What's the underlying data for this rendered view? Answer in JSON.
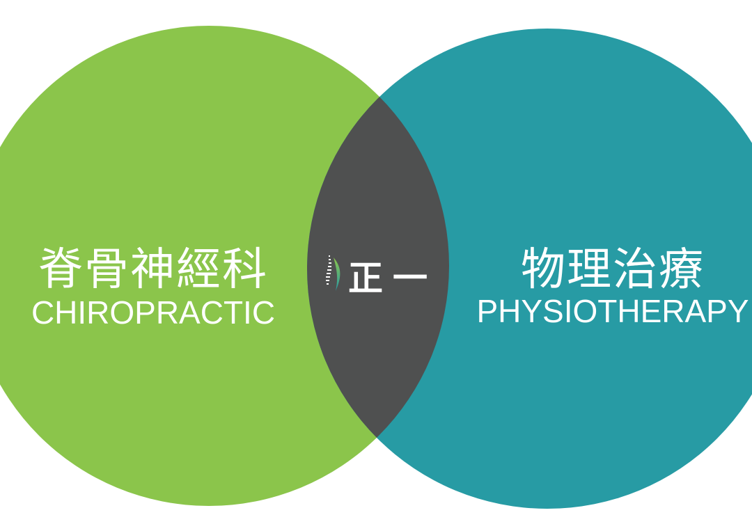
{
  "colors": {
    "left": "#8bc54b",
    "right": "#279ba4",
    "overlap": "#4f5050",
    "text": "#ffffff"
  },
  "left": {
    "title_zh": "脊骨神經科",
    "title_en": "CHIROPRACTIC"
  },
  "right": {
    "title_zh": "物理治療",
    "title_en": "PHYSIOTHERAPY"
  },
  "center": {
    "logo_icon": "spine-icon",
    "text": "正一"
  }
}
